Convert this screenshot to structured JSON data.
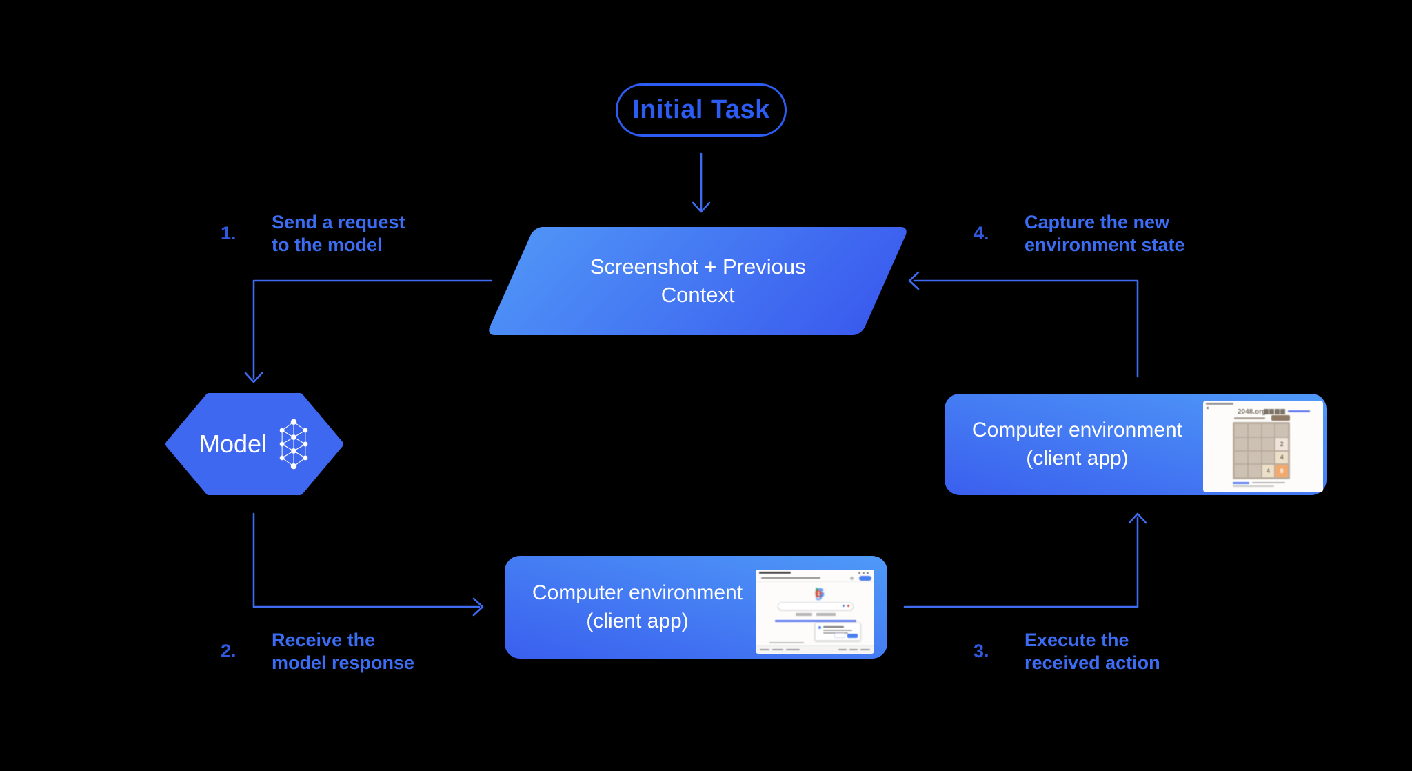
{
  "diagram": {
    "background": "#000000",
    "colors": {
      "arrow": "#3e6bf0",
      "label_text": "#3c6cf2",
      "label_number": "#3059e0",
      "pill": "#2d5cf3",
      "para_light": "#4f93f7",
      "para_dark": "#3a5bee",
      "box_light": "#4f9af8",
      "box_dark": "#3a5fee",
      "hexagon": "#3e68ef"
    },
    "initial_task": {
      "label": "Initial Task"
    },
    "screenshot_context": {
      "label": "Screenshot + Previous\nContext"
    },
    "model": {
      "label": "Model",
      "icon": "neural-network-icon"
    },
    "steps": [
      {
        "num": "1.",
        "text": "Send a request\nto the model"
      },
      {
        "num": "2.",
        "text": "Receive the\nmodel response"
      },
      {
        "num": "3.",
        "text": "Execute the\nreceived action"
      },
      {
        "num": "4.",
        "text": "Capture the new\nenvironment state"
      }
    ],
    "env_bottom": {
      "label": "Computer environment\n(client app)",
      "screenshot": "google-homepage"
    },
    "env_right": {
      "label": "Computer environment\n(client app)",
      "screenshot": "2048-game"
    },
    "mini_google": {
      "letters": [
        "G",
        "o",
        "o",
        "g",
        "l",
        "e"
      ],
      "letter_colors": [
        "#4285F4",
        "#EA4335",
        "#FBBC05",
        "#4285F4",
        "#34A853",
        "#EA4335"
      ],
      "accent_button": "#4a7ff0"
    },
    "mini_2048": {
      "title": "2048.org",
      "grid": [
        [
          "",
          "",
          "",
          ""
        ],
        [
          "",
          "",
          "",
          "2"
        ],
        [
          "",
          "",
          "",
          "4"
        ],
        [
          "",
          "",
          "4",
          "8"
        ]
      ],
      "board": "#bbada0",
      "cell": "#cdc1b4",
      "tile_colors": {
        "2": "#eee4da",
        "4": "#ede0c8",
        "8": "#f2a96d"
      },
      "text": "#776e65"
    }
  }
}
